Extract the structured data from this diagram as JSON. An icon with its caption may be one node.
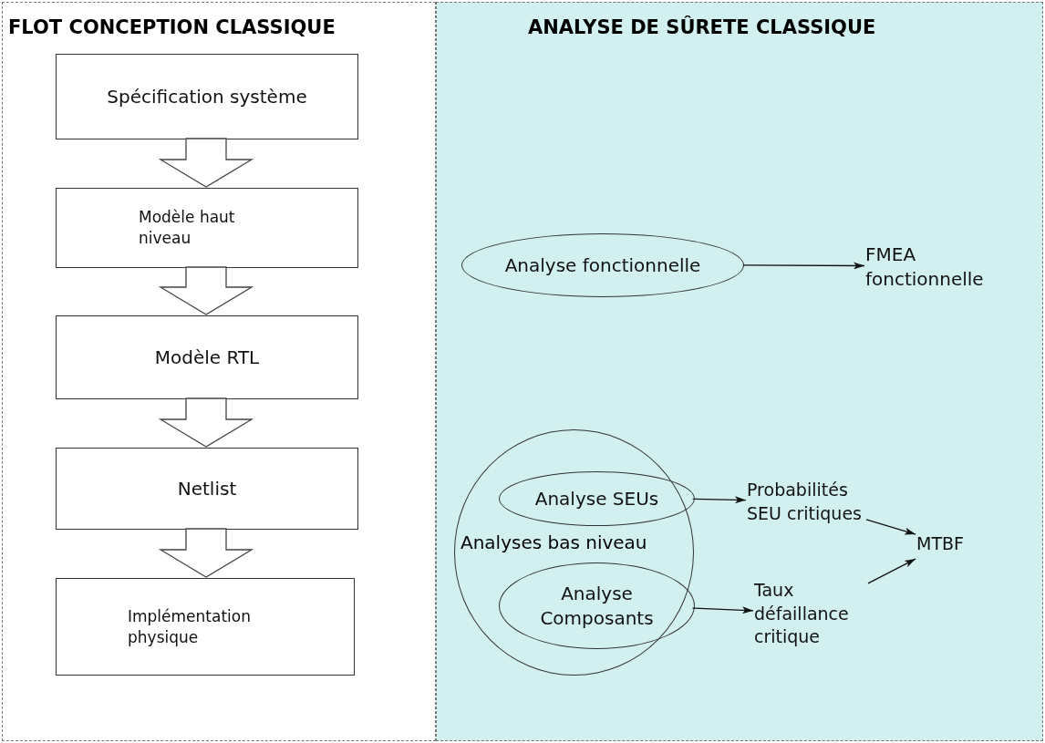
{
  "diagram": {
    "nodes": [
      {
        "text": [
          "FLOT CONCEPTION CLASSIQUE"
        ]
      },
      {
        "text": [
          "ANALYSE DE SÛRETE CLASSIQUE"
        ]
      },
      {
        "text": [
          "Spécification système"
        ],
        "in": 0
      },
      {
        "text": [
          "Modèle haut niveau"
        ],
        "in": 0
      },
      {
        "text": [
          "Modèle RTL"
        ],
        "in": 0
      },
      {
        "text": [
          "Netlist"
        ],
        "in": 0
      },
      {
        "text": [
          "Implémentation physique"
        ],
        "in": 0
      },
      {
        "text": [
          "Analyse fonctionnelle"
        ],
        "in": 1
      },
      {
        "text": [
          "FMEA fonctionnelle"
        ],
        "in": 1
      },
      {
        "text": [
          "Analyses bas niveau"
        ],
        "in": 1
      },
      {
        "text": [
          "Analyse SEUs"
        ],
        "in": 9
      },
      {
        "text": [
          "Analyse Composants"
        ],
        "in": 9
      },
      {
        "text": [
          "Probabilités SEU critiques"
        ],
        "in": 1
      },
      {
        "text": [
          "Taux défaillance critique"
        ],
        "in": 1
      },
      {
        "text": [
          "MTBF"
        ],
        "in": 1
      }
    ],
    "edges": [
      {
        "from": 2,
        "to": 3,
        "arrow": "to",
        "style": "thick"
      },
      {
        "from": 3,
        "to": 4,
        "arrow": "to",
        "style": "thick"
      },
      {
        "from": 4,
        "to": 5,
        "arrow": "to",
        "style": "thick"
      },
      {
        "from": 5,
        "to": 6,
        "arrow": "to",
        "style": "thick"
      },
      {
        "from": 7,
        "to": 8,
        "arrow": "to"
      },
      {
        "from": 10,
        "to": 12,
        "arrow": "to"
      },
      {
        "from": 11,
        "to": 13,
        "arrow": "to"
      },
      {
        "from": 12,
        "to": 14,
        "arrow": "to"
      },
      {
        "from": 13,
        "to": 14,
        "arrow": "to"
      }
    ]
  }
}
